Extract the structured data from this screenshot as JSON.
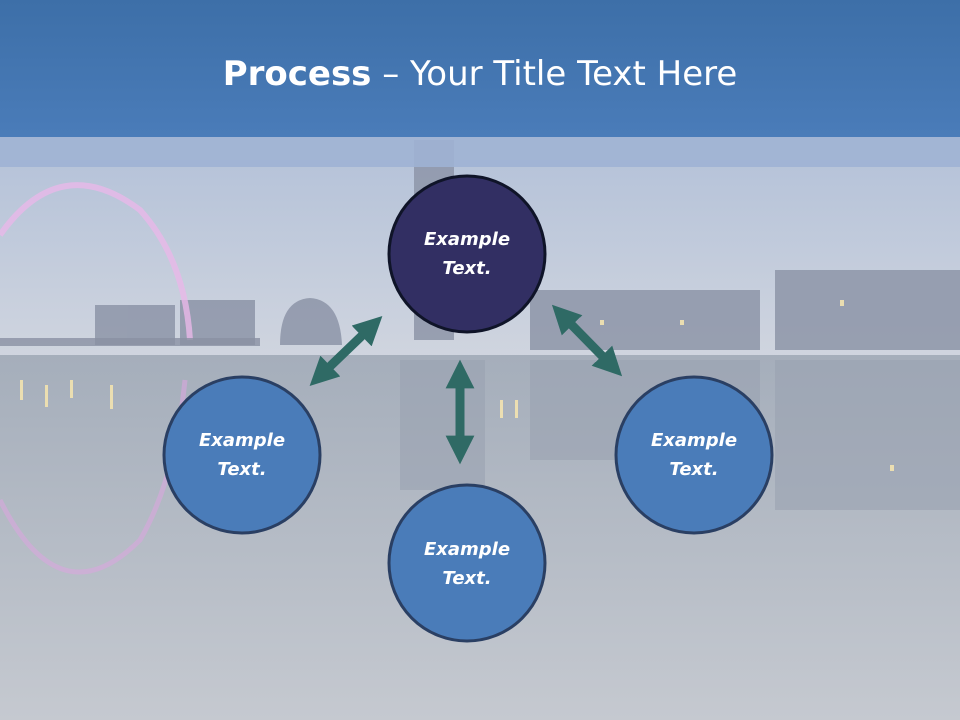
{
  "header": {
    "title_bold": "Process",
    "title_rest": " – Your Title Text Here"
  },
  "diagram": {
    "nodes": [
      {
        "id": "top",
        "line1": "Example",
        "line2": "Text."
      },
      {
        "id": "left",
        "line1": "Example",
        "line2": "Text."
      },
      {
        "id": "right",
        "line1": "Example",
        "line2": "Text."
      },
      {
        "id": "bottom",
        "line1": "Example",
        "line2": "Text."
      }
    ]
  },
  "colors": {
    "header": "#4a7cb9",
    "top_node": "#322f63",
    "node": "#4a7cb9",
    "node_border": "#1e2b4a",
    "arrow": "#2f6a65"
  }
}
